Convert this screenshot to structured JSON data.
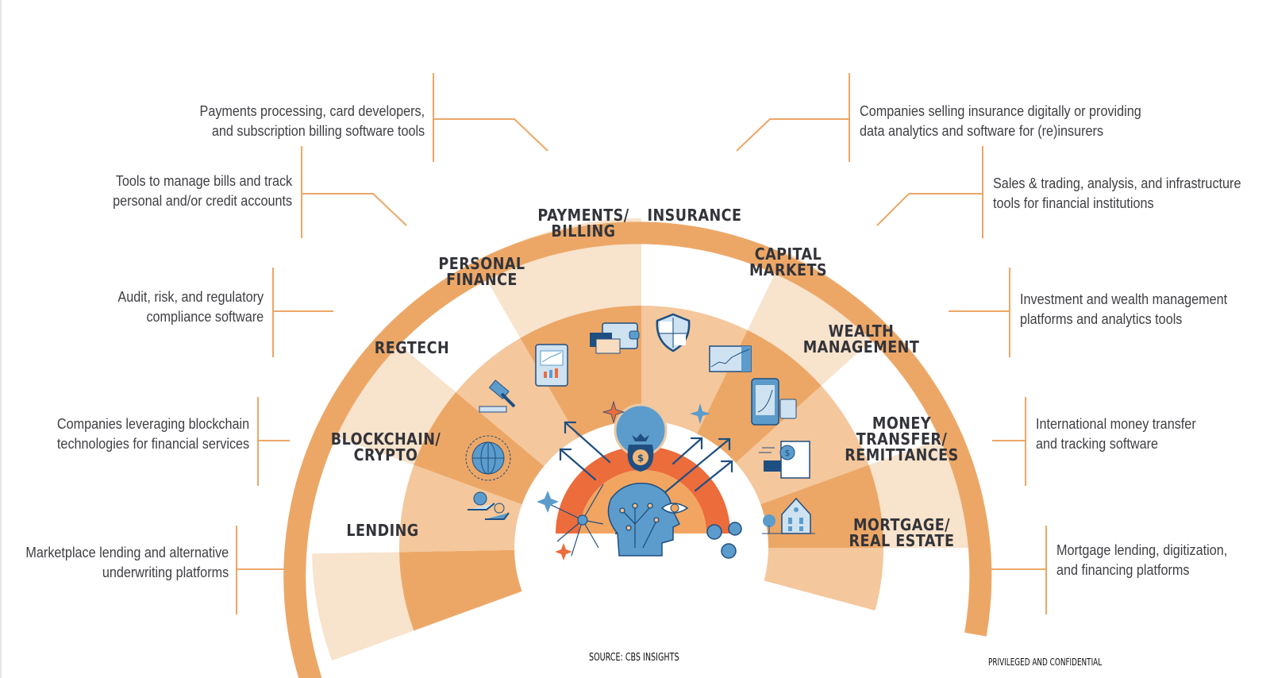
{
  "diagram": {
    "title": "",
    "colors": {
      "outer_arc": "#eca767",
      "wedge_light": "#f8e3cc",
      "wedge_white": "#ffffff",
      "inner_ring_dark": "#eca767",
      "inner_ring_light": "#f4c79c",
      "center_orange_red": "#ec6c3c",
      "center_orange": "#f2a560",
      "icon_blue": "#5b9ccc",
      "icon_navy": "#1f4f80",
      "label_text": "#33343a",
      "desc_text": "#3f3f44",
      "connector": "#eca767"
    },
    "segments": [
      {
        "id": "lending",
        "label_lines": [
          "LENDING"
        ],
        "icon": "hands-money-icon",
        "description": [
          "Marketplace lending and alternative",
          "underwriting platforms"
        ]
      },
      {
        "id": "blockchain",
        "label_lines": [
          "BLOCKCHAIN/",
          "CRYPTO"
        ],
        "icon": "globe-network-icon",
        "description": [
          "Companies leveraging blockchain",
          "technologies for financial services"
        ]
      },
      {
        "id": "regtech",
        "label_lines": [
          "REGTECH"
        ],
        "icon": "gavel-icon",
        "description": [
          "Audit, risk, and regulatory",
          "compliance software"
        ]
      },
      {
        "id": "personal_finance",
        "label_lines": [
          "PERSONAL",
          "FINANCE"
        ],
        "icon": "tablet-chart-icon",
        "description": [
          "Tools to manage bills and track",
          "personal and/or credit accounts"
        ]
      },
      {
        "id": "payments",
        "label_lines": [
          "PAYMENTS/",
          "BILLING"
        ],
        "icon": "wallet-cards-icon",
        "description": [
          "Payments processing, card developers,",
          "and subscription billing software tools"
        ]
      },
      {
        "id": "insurance",
        "label_lines": [
          "INSURANCE"
        ],
        "icon": "shield-icon",
        "description": [
          "Companies selling insurance digitally or providing",
          "data analytics and software for (re)insurers"
        ]
      },
      {
        "id": "capital_markets",
        "label_lines": [
          "CAPITAL",
          "MARKETS"
        ],
        "icon": "stock-chart-icon",
        "description": [
          "Sales & trading, analysis, and infrastructure",
          "tools for financial institutions"
        ]
      },
      {
        "id": "wealth_management",
        "label_lines": [
          "WEALTH",
          "MANAGEMENT"
        ],
        "icon": "phone-card-icon",
        "description": [
          "Investment and wealth management",
          "platforms and analytics tools"
        ]
      },
      {
        "id": "money_transfer",
        "label_lines": [
          "MONEY",
          "TRANSFER/",
          "REMITTANCES"
        ],
        "icon": "invoice-transfer-icon",
        "description": [
          "International money transfer",
          "and tracking software"
        ]
      },
      {
        "id": "mortgage",
        "label_lines": [
          "MORTGAGE/",
          "REAL ESTATE"
        ],
        "icon": "house-icon",
        "description": [
          "Mortgage lending, digitization,",
          "and financing platforms"
        ]
      }
    ],
    "center_icon": "ai-head-money-bag-icon"
  },
  "footer": {
    "source": "SOURCE: CBS INSIGHTS",
    "confidential": "PRIVILEGED AND CONFIDENTIAL"
  }
}
